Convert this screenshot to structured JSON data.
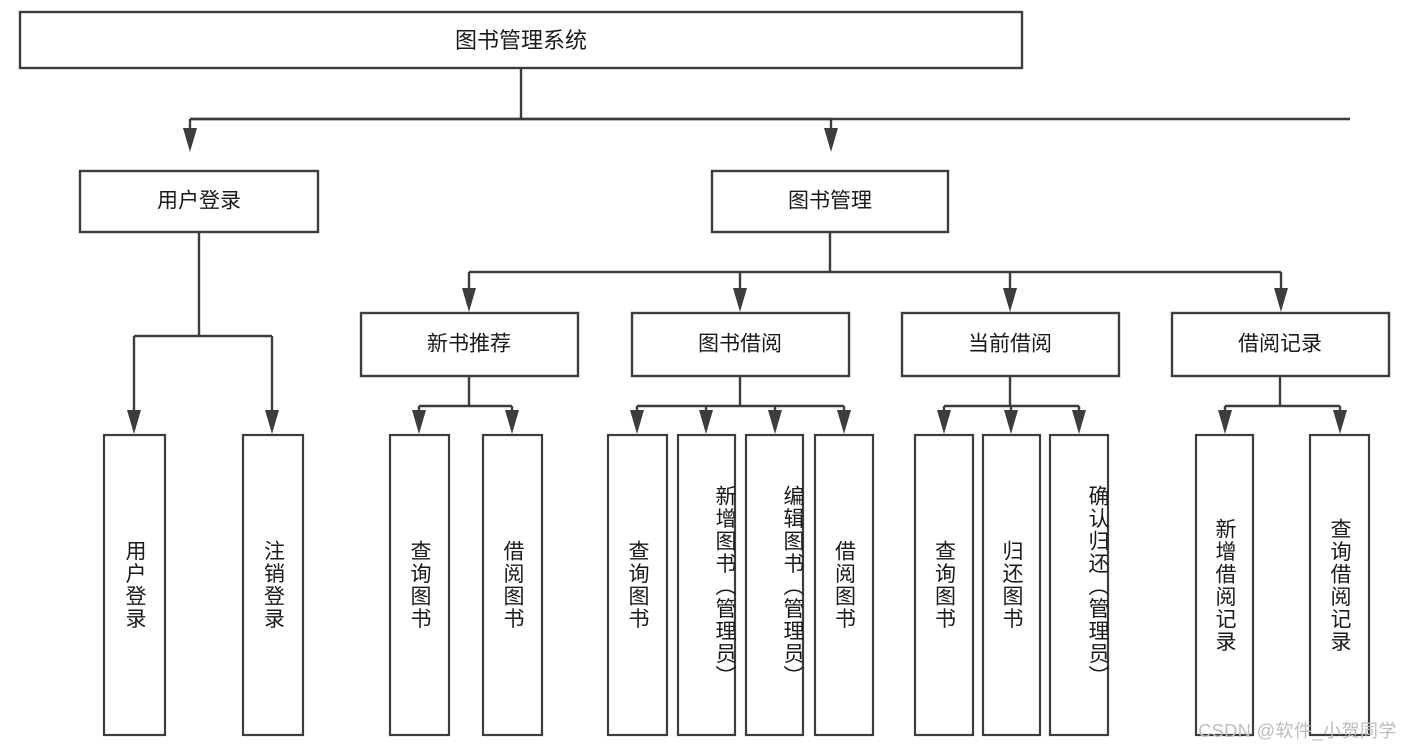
{
  "diagram": {
    "title": "图书管理系统",
    "type": "hierarchy-tree",
    "orientation": "top-down",
    "colors": {
      "box_stroke": "#3d3d3d",
      "box_fill": "#ffffff",
      "connector": "#3d3d3d",
      "text": "#1a1a1a",
      "watermark": "#bdbdbd",
      "background": "#ffffff"
    },
    "root": {
      "label": "图书管理系统"
    },
    "level1": [
      {
        "label": "用户登录"
      },
      {
        "label": "图书管理"
      }
    ],
    "level2": [
      {
        "label": "新书推荐"
      },
      {
        "label": "图书借阅"
      },
      {
        "label": "当前借阅"
      },
      {
        "label": "借阅记录"
      }
    ],
    "leaves": {
      "user_login": [
        {
          "label": "用户登录"
        },
        {
          "label": "注销登录"
        }
      ],
      "new_book_recommend": [
        {
          "label": "查询图书"
        },
        {
          "label": "借阅图书"
        }
      ],
      "book_borrow": [
        {
          "label": "查询图书"
        },
        {
          "label": "新增图书（管理员）"
        },
        {
          "label": "编辑图书（管理员）"
        },
        {
          "label": "借阅图书"
        }
      ],
      "current_borrow": [
        {
          "label": "查询图书"
        },
        {
          "label": "归还图书"
        },
        {
          "label": "确认归还（管理员）"
        }
      ],
      "borrow_record": [
        {
          "label": "新增借阅记录"
        },
        {
          "label": "查询借阅记录"
        }
      ]
    }
  },
  "watermark": {
    "text": "CSDN @软件_小贺同学"
  }
}
